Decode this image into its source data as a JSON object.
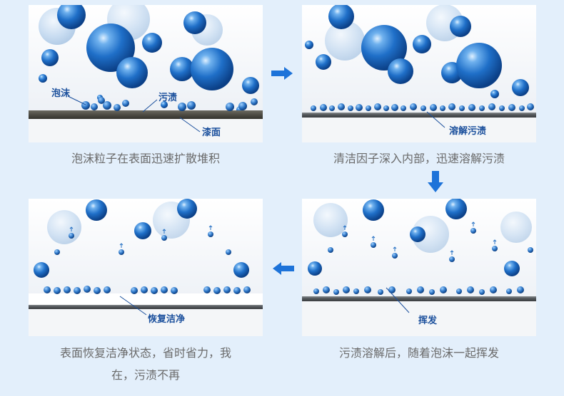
{
  "panels": [
    {
      "callouts": [
        "泡沫",
        "污渍",
        "漆面"
      ],
      "caption": "泡沫粒子在表面迅速扩散堆积"
    },
    {
      "callouts": [
        "溶解污渍"
      ],
      "caption": "清洁因子深入内部，迅速溶解污渍"
    },
    {
      "callouts": [
        "挥发"
      ],
      "caption": "污渍溶解后，随着泡沫一起挥发"
    },
    {
      "callouts": [
        "恢复洁净"
      ],
      "caption_line1": "表面恢复洁净状态，省时省力，我",
      "caption_line2": "在，污渍不再"
    }
  ],
  "colors": {
    "background": "#e3effb",
    "arrow": "#1d73d9",
    "callout_text": "#1a4f9c",
    "caption_text": "#6a6a6a",
    "bubble": "#1f6fc8"
  },
  "icons": [
    "arrow-right-icon",
    "arrow-down-icon",
    "arrow-left-icon"
  ]
}
